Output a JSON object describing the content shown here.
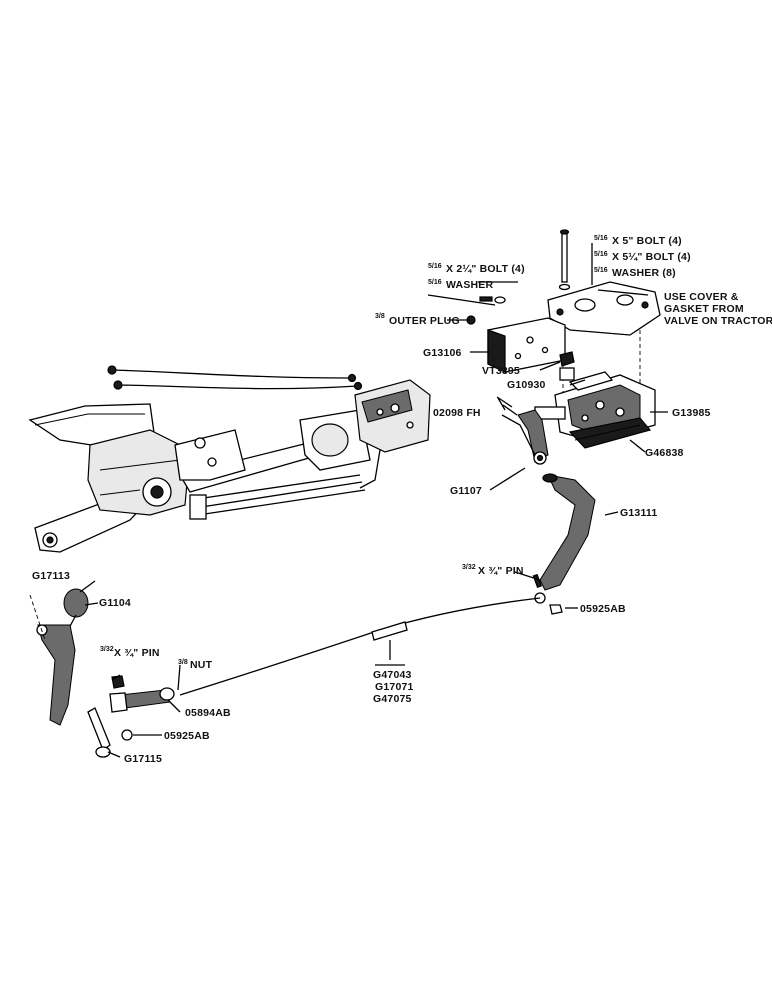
{
  "labels": {
    "bolt_5": "X 5\" BOLT (4)",
    "bolt_5_frac": "5/16",
    "bolt_5_14": "X 5¼\" BOLT (4)",
    "bolt_5_14_frac": "5/16",
    "washer_8": "WASHER (8)",
    "washer_8_frac": "5/16",
    "bolt_2": "X 2¼\" BOLT (4)",
    "bolt_2_frac": "5/16",
    "washer_2": "WASHER",
    "washer_2_frac": "5/16",
    "outer_plug": "OUTER PLUG",
    "outer_plug_frac": "3/8",
    "cover_note_1": "USE COVER &",
    "cover_note_2": "GASKET FROM",
    "cover_note_3": "VALVE ON TRACTOR",
    "g13106": "G13106",
    "vt3395": "VT3395",
    "g10930": "G10930",
    "o2098fh": "02098 FH",
    "g13985": "G13985",
    "g46838": "G46838",
    "g1107": "G1107",
    "g13111": "G13111",
    "pin_upper": "X ¾\" PIN",
    "pin_upper_frac": "3/32",
    "o5925ab_upper": "05925AB",
    "g47043": "G47043",
    "g17071": "G17071",
    "g47075": "G47075",
    "g17113": "G17113",
    "g1104": "G1104",
    "pin_lower": "X ¾\" PIN",
    "pin_lower_frac": "3/32",
    "nut": "NUT",
    "nut_frac": "3/8",
    "o5894ab": "05894AB",
    "o5925ab_lower": "05925AB",
    "g17115": "G17115"
  }
}
